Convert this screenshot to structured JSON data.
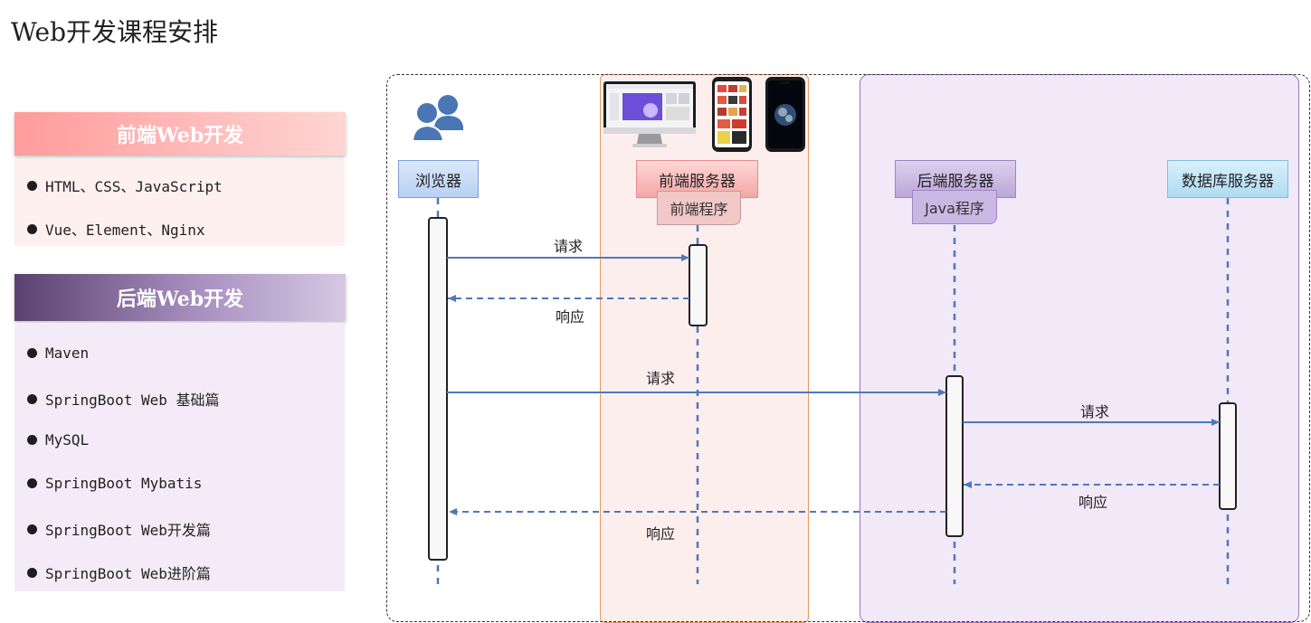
{
  "title": "Web开发课程安排",
  "frontend": {
    "heading": "前端Web开发",
    "items": [
      "HTML、CSS、JavaScript",
      "Vue、Element、Nginx"
    ]
  },
  "backend": {
    "heading": "后端Web开发",
    "items": [
      "Maven",
      "SpringBoot Web 基础篇",
      "MySQL",
      "SpringBoot Mybatis",
      "SpringBoot Web开发篇",
      "SpringBoot Web进阶篇"
    ]
  },
  "diagram": {
    "browser_label": "浏览器",
    "frontend_server_label": "前端服务器",
    "frontend_program_label": "前端程序",
    "backend_server_label": "后端服务器",
    "backend_program_label": "Java程序",
    "db_server_label": "数据库服务器",
    "messages": {
      "req1": "请求",
      "resp1": "响应",
      "req2": "请求",
      "req3": "请求",
      "resp3": "响应",
      "resp2": "响应"
    }
  },
  "colors": {
    "arrow": "#4f78b8",
    "frontend_zone_border": "#e49a5a",
    "backend_zone_border": "#9a75c4"
  }
}
